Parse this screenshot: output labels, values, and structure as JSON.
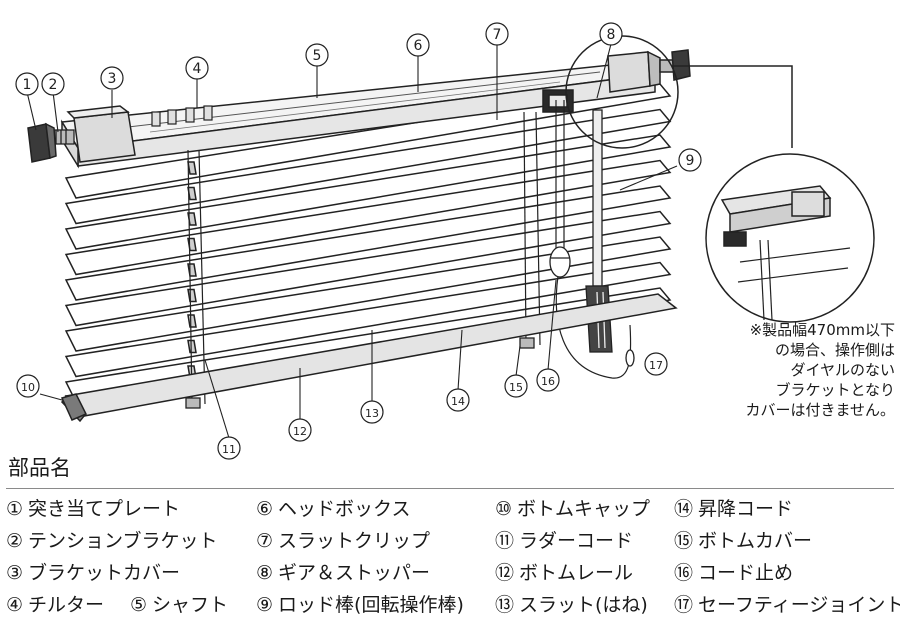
{
  "callouts": [
    {
      "num": "1",
      "label": "①"
    },
    {
      "num": "2",
      "label": "②"
    },
    {
      "num": "3",
      "label": "③"
    },
    {
      "num": "4",
      "label": "④"
    },
    {
      "num": "5",
      "label": "⑤"
    },
    {
      "num": "6",
      "label": "⑥"
    },
    {
      "num": "7",
      "label": "⑦"
    },
    {
      "num": "8",
      "label": "⑧"
    },
    {
      "num": "9",
      "label": "⑨"
    },
    {
      "num": "10",
      "label": "⑩"
    },
    {
      "num": "11",
      "label": "⑪"
    },
    {
      "num": "12",
      "label": "⑫"
    },
    {
      "num": "13",
      "label": "⑬"
    },
    {
      "num": "14",
      "label": "⑭"
    },
    {
      "num": "15",
      "label": "⑮"
    },
    {
      "num": "16",
      "label": "⑯"
    },
    {
      "num": "17",
      "label": "⑰"
    }
  ],
  "note": {
    "lines": [
      "※製品幅470mm以下",
      "の場合、操作側は",
      "ダイヤルのない",
      "ブラケットとなり",
      "カバーは付きません。"
    ]
  },
  "parts_title": "部品名",
  "parts": [
    {
      "num": "①",
      "name": "突き当てプレート"
    },
    {
      "num": "②",
      "name": "テンションブラケット"
    },
    {
      "num": "③",
      "name": "ブラケットカバー"
    },
    {
      "num": "④",
      "name": "チルター"
    },
    {
      "num": "⑤",
      "name": "シャフト"
    },
    {
      "num": "⑥",
      "name": "ヘッドボックス"
    },
    {
      "num": "⑦",
      "name": "スラットクリップ"
    },
    {
      "num": "⑧",
      "name": "ギア＆ストッパー"
    },
    {
      "num": "⑨",
      "name": "ロッド棒(回転操作棒)"
    },
    {
      "num": "⑩",
      "name": "ボトムキャップ"
    },
    {
      "num": "⑪",
      "name": "ラダーコード"
    },
    {
      "num": "⑫",
      "name": "ボトムレール"
    },
    {
      "num": "⑬",
      "name": "スラット(はね)"
    },
    {
      "num": "⑭",
      "name": "昇降コード"
    },
    {
      "num": "⑮",
      "name": "ボトムカバー"
    },
    {
      "num": "⑯",
      "name": "コード止め"
    },
    {
      "num": "⑰",
      "name": "セーフティージョイント"
    }
  ]
}
